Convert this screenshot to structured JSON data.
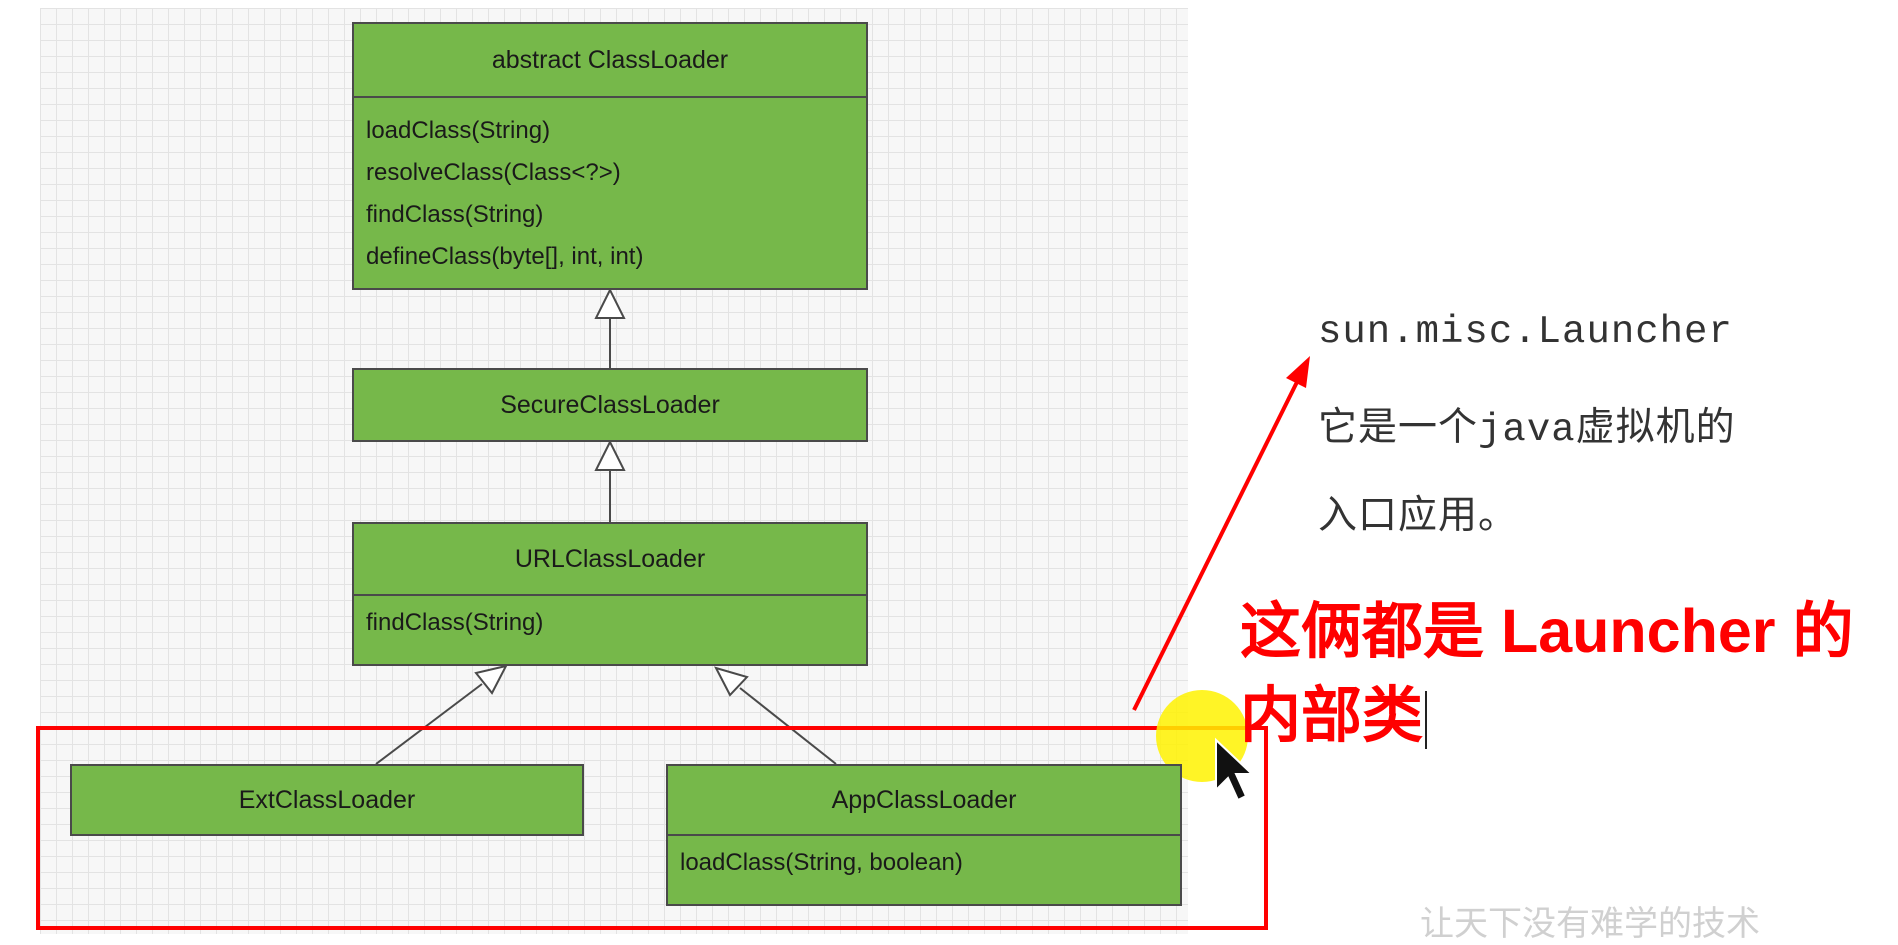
{
  "colors": {
    "box_fill": "#76b84a",
    "box_border": "#4a4a4a",
    "annotation_red": "#ff0000",
    "cursor_highlight": "#fff200"
  },
  "diagram": {
    "classloader": {
      "name": "abstract ClassLoader",
      "methods": [
        "loadClass(String)",
        "resolveClass(Class<?>)",
        "findClass(String)",
        "defineClass(byte[], int, int)"
      ]
    },
    "secure": {
      "name": "SecureClassLoader"
    },
    "url": {
      "name": "URLClassLoader",
      "methods": [
        "findClass(String)"
      ]
    },
    "ext": {
      "name": "ExtClassLoader"
    },
    "app": {
      "name": "AppClassLoader",
      "methods": [
        "loadClass(String, boolean)"
      ]
    }
  },
  "note": {
    "line1": "sun.misc.Launcher",
    "line2_prefix": "它是一个",
    "line2_mono": "java",
    "line2_suffix": "虚拟机的",
    "line3": "入口应用。"
  },
  "annotation": {
    "line1": "这俩都是 Launcher 的",
    "line2": "内部类"
  },
  "watermark": "让天下没有难学的技术",
  "icons": {
    "cursor": "mouse-pointer-icon"
  }
}
